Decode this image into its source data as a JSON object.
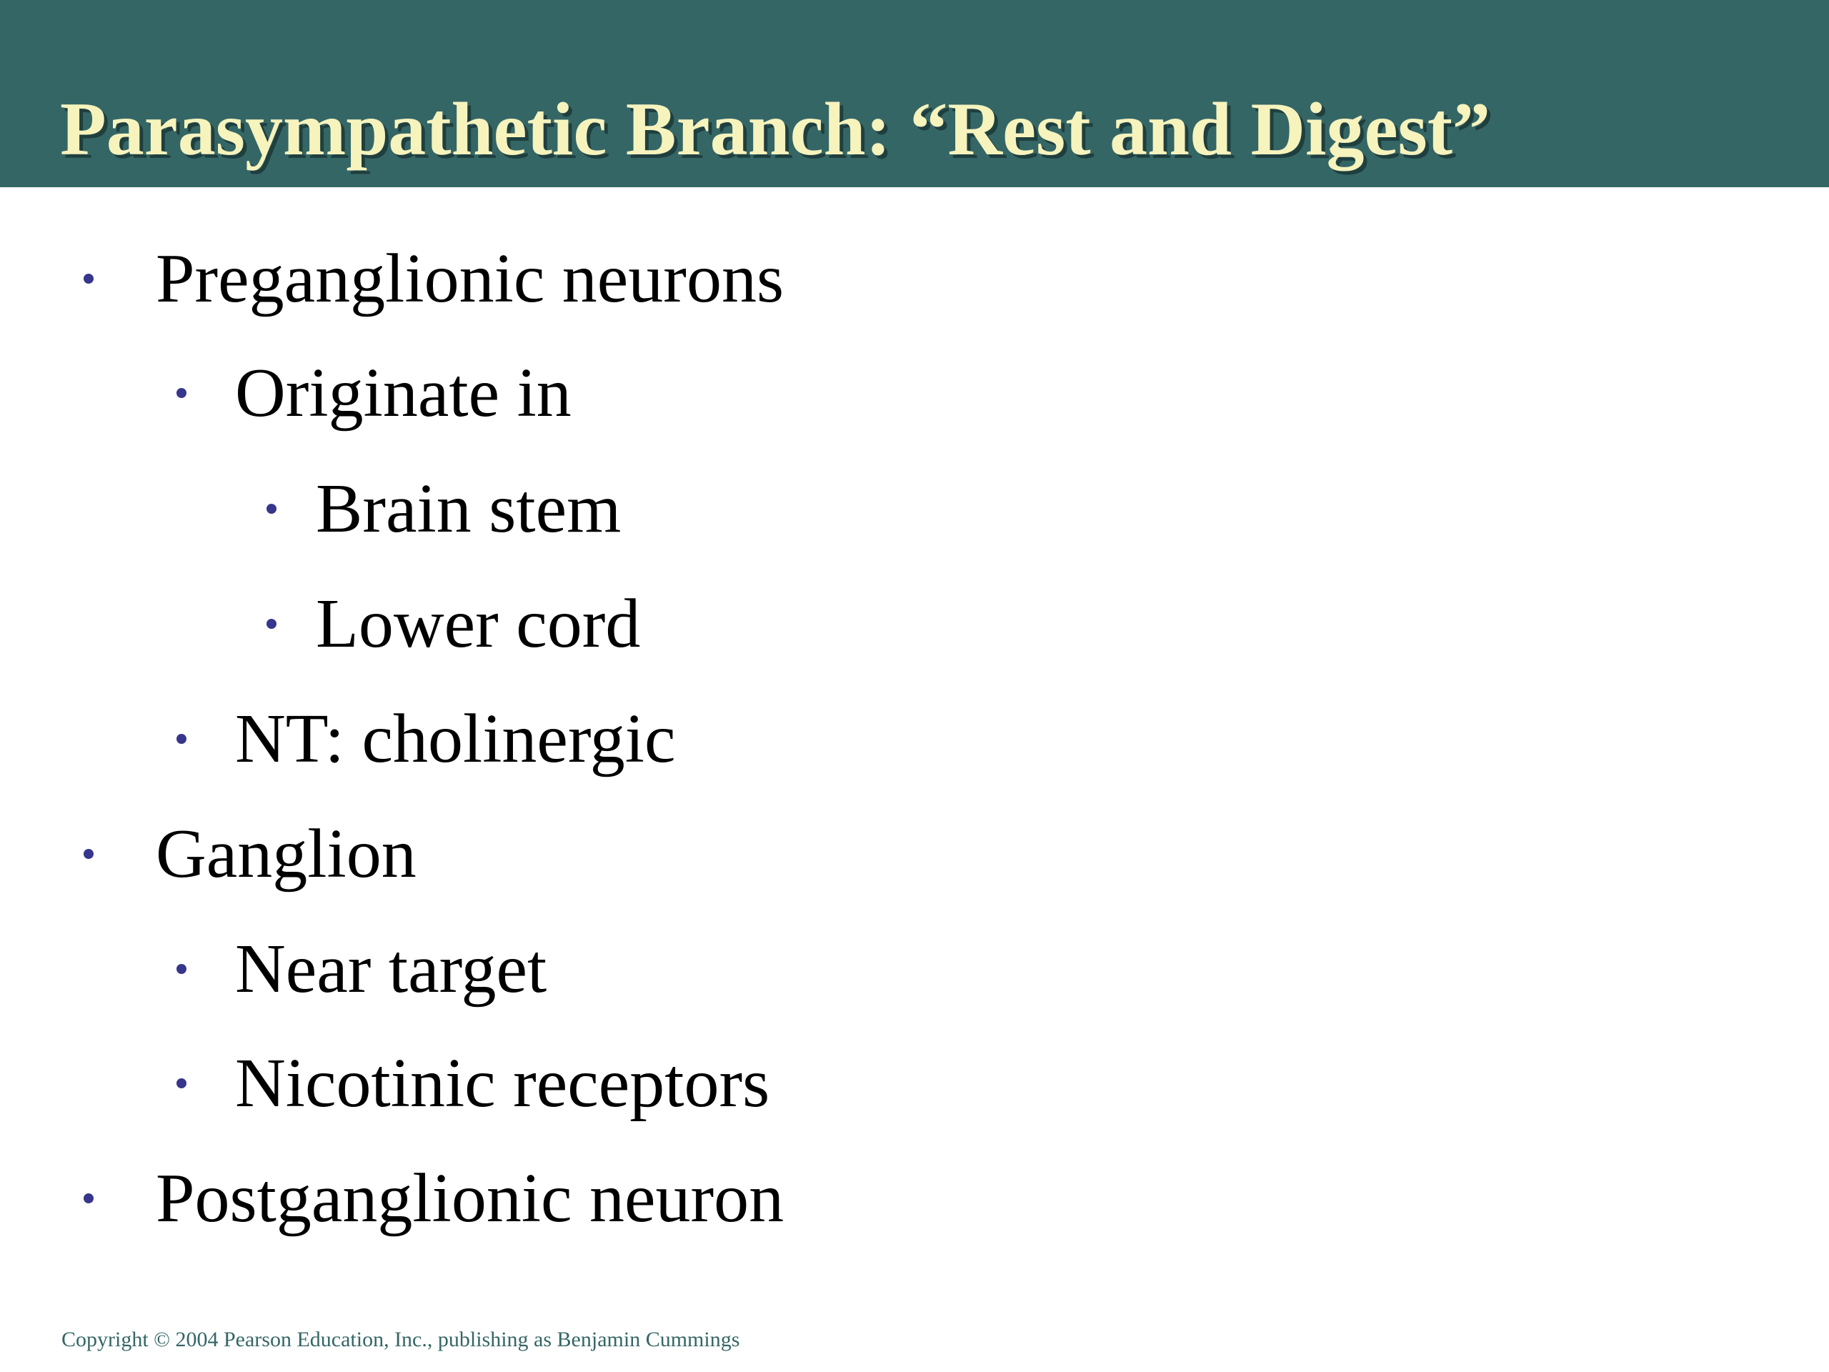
{
  "slide": {
    "title": "Parasympathetic Branch: “Rest and Digest”",
    "bullets": [
      {
        "level": 1,
        "text": "Preganglionic neurons"
      },
      {
        "level": 2,
        "text": "Originate in"
      },
      {
        "level": 3,
        "text": "Brain stem"
      },
      {
        "level": 3,
        "text": "Lower cord"
      },
      {
        "level": 2,
        "text": "NT: cholinergic"
      },
      {
        "level": 1,
        "text": "Ganglion"
      },
      {
        "level": 2,
        "text": "Near target"
      },
      {
        "level": 2,
        "text": "Nicotinic receptors"
      },
      {
        "level": 1,
        "text": "Postganglionic neuron"
      }
    ],
    "footer": "Copyright © 2004 Pearson Education, Inc., publishing as Benjamin Cummings"
  },
  "colors": {
    "title_bar": "#356666",
    "title_text": "#f6f3bd",
    "bullet_dot": "#36368c",
    "body_text": "#000000",
    "footer_text": "#356666"
  },
  "icons": {
    "bullet": "bullet-dot-icon"
  }
}
